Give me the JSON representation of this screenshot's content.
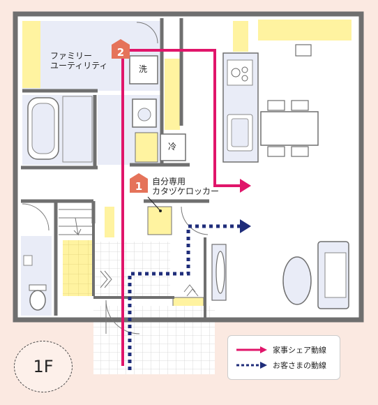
{
  "floor_label": "1F",
  "markers": [
    {
      "number": "2",
      "color": "#e5735a"
    },
    {
      "number": "1",
      "color": "#e5735a"
    }
  ],
  "labels": {
    "family_utility_line1": "ファミリー",
    "family_utility_line2": "ユーティリティ",
    "washer": "洗",
    "fridge": "冷",
    "locker_line1": "自分専用",
    "locker_line2": "カタヅケロッカー"
  },
  "legend": {
    "items": [
      {
        "label": "家事シェア動線",
        "color": "#e0156a",
        "style": "solid"
      },
      {
        "label": "お客さまの動線",
        "color": "#1f2d7a",
        "style": "dotted"
      }
    ]
  },
  "colors": {
    "background": "#fbe9e1",
    "wall": "#6f6f6f",
    "storage_yellow": "#fff3a0",
    "room_blue": "#e9ecf7",
    "housework_path": "#e0156a",
    "guest_path": "#1f2d7a",
    "marker": "#e5735a"
  }
}
